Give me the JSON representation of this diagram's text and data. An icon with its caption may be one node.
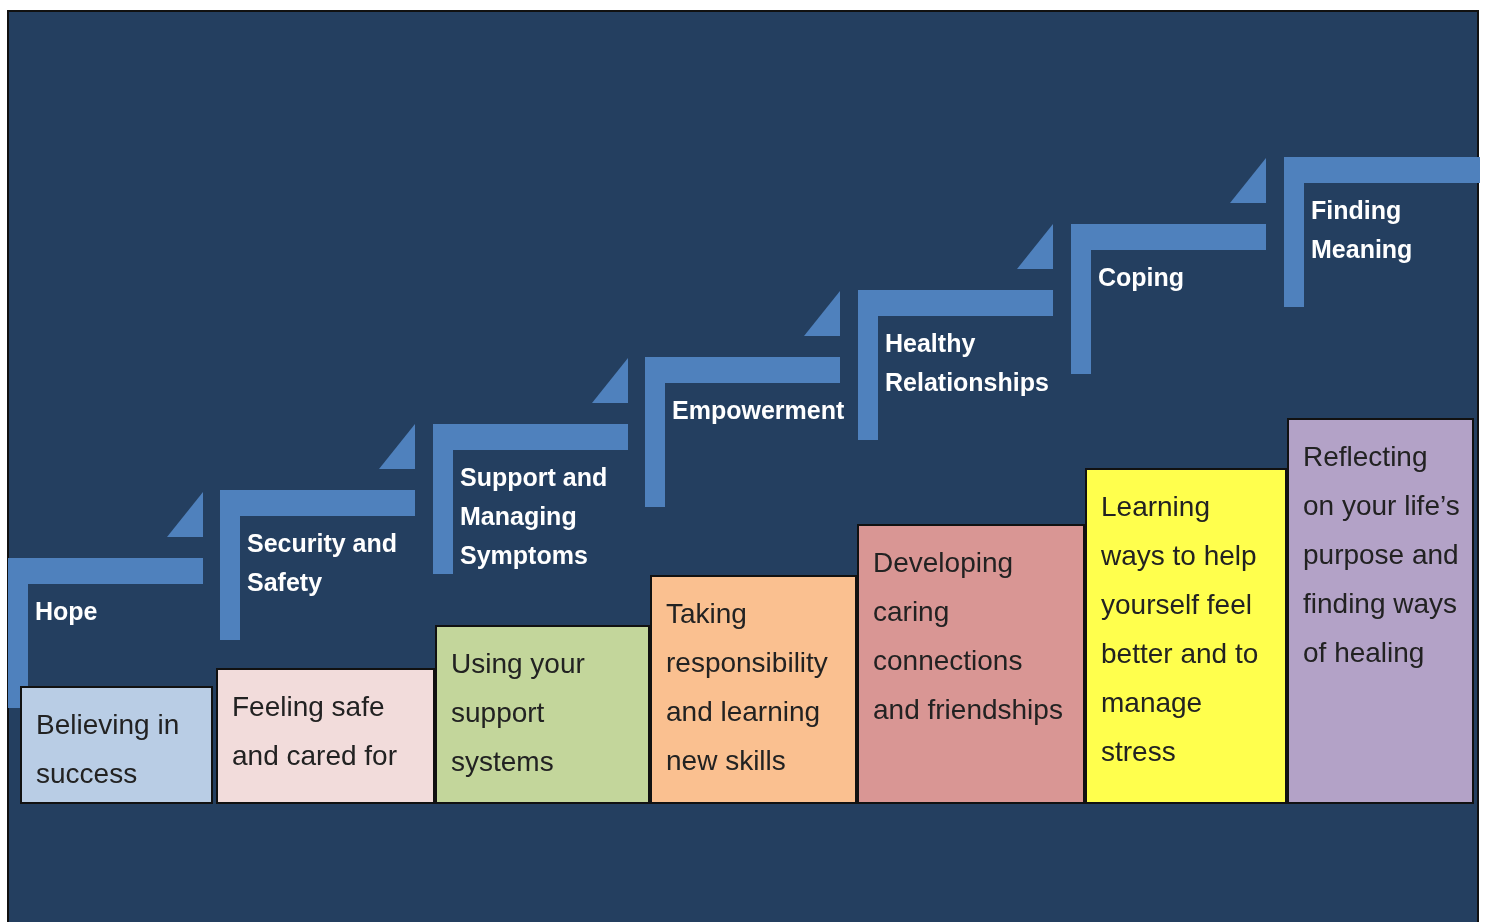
{
  "diagram": {
    "nodes": [
      {
        "text": [
          "Hope"
        ]
      },
      {
        "text": [
          "Believing in success"
        ]
      },
      {
        "text": [
          "Security and Safety"
        ]
      },
      {
        "text": [
          "Feeling safe and cared for"
        ]
      },
      {
        "text": [
          "Support and Managing Symptoms"
        ]
      },
      {
        "text": [
          "Using your support systems"
        ]
      },
      {
        "text": [
          "Empowerment"
        ]
      },
      {
        "text": [
          "Taking responsibility and learning new skills"
        ]
      },
      {
        "text": [
          "Healthy Relationships"
        ]
      },
      {
        "text": [
          "Developing caring connections and friendships"
        ]
      },
      {
        "text": [
          "Coping"
        ]
      },
      {
        "text": [
          "Learning ways to help yourself feel better and to manage stress"
        ]
      },
      {
        "text": [
          "Finding Meaning"
        ]
      },
      {
        "text": [
          "Reflecting on your life’s purpose and finding ways of healing"
        ]
      }
    ],
    "edges": []
  }
}
